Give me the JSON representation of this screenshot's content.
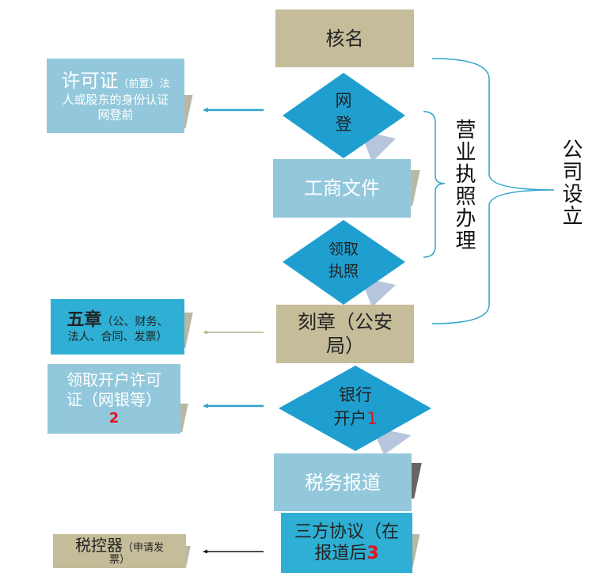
{
  "main": {
    "hm": "核名",
    "wd_1": "网",
    "wd_2": "登",
    "gs": "工商文件",
    "lq_1": "领取",
    "lq_2": "执照",
    "kz_1": "刻章（公安",
    "kz_2": "局）",
    "yh_1": "银行",
    "yh_2": "开户",
    "yh_num": "1",
    "sw": "税务报道",
    "sf_1": "三方协议（在",
    "sf_2": "报道后",
    "sf_num": "3"
  },
  "side": {
    "xk_big": "许可证",
    "xk_small": "（前置）法",
    "xk_2": "人或股东的身份认证",
    "xk_3": "网登前",
    "wz_big": "五章",
    "wz_small": "（公、财务、",
    "wz_2": "法人、合同、发票）",
    "kh_1": "领取开户许可",
    "kh_2": "证（网银等）",
    "kh_num": "2",
    "skq_big": "税控器",
    "skq_small": "（申请发",
    "skq_2": "票）"
  },
  "groups": {
    "yyzz": "营业执照办理",
    "gssl": "公司设立"
  },
  "colors": {
    "beige": "#c5bd99",
    "light_blue": "#93c8dc",
    "blue": "#2eafd3",
    "diamond": "#1f9fd0",
    "accent_red": "#e0141e"
  }
}
